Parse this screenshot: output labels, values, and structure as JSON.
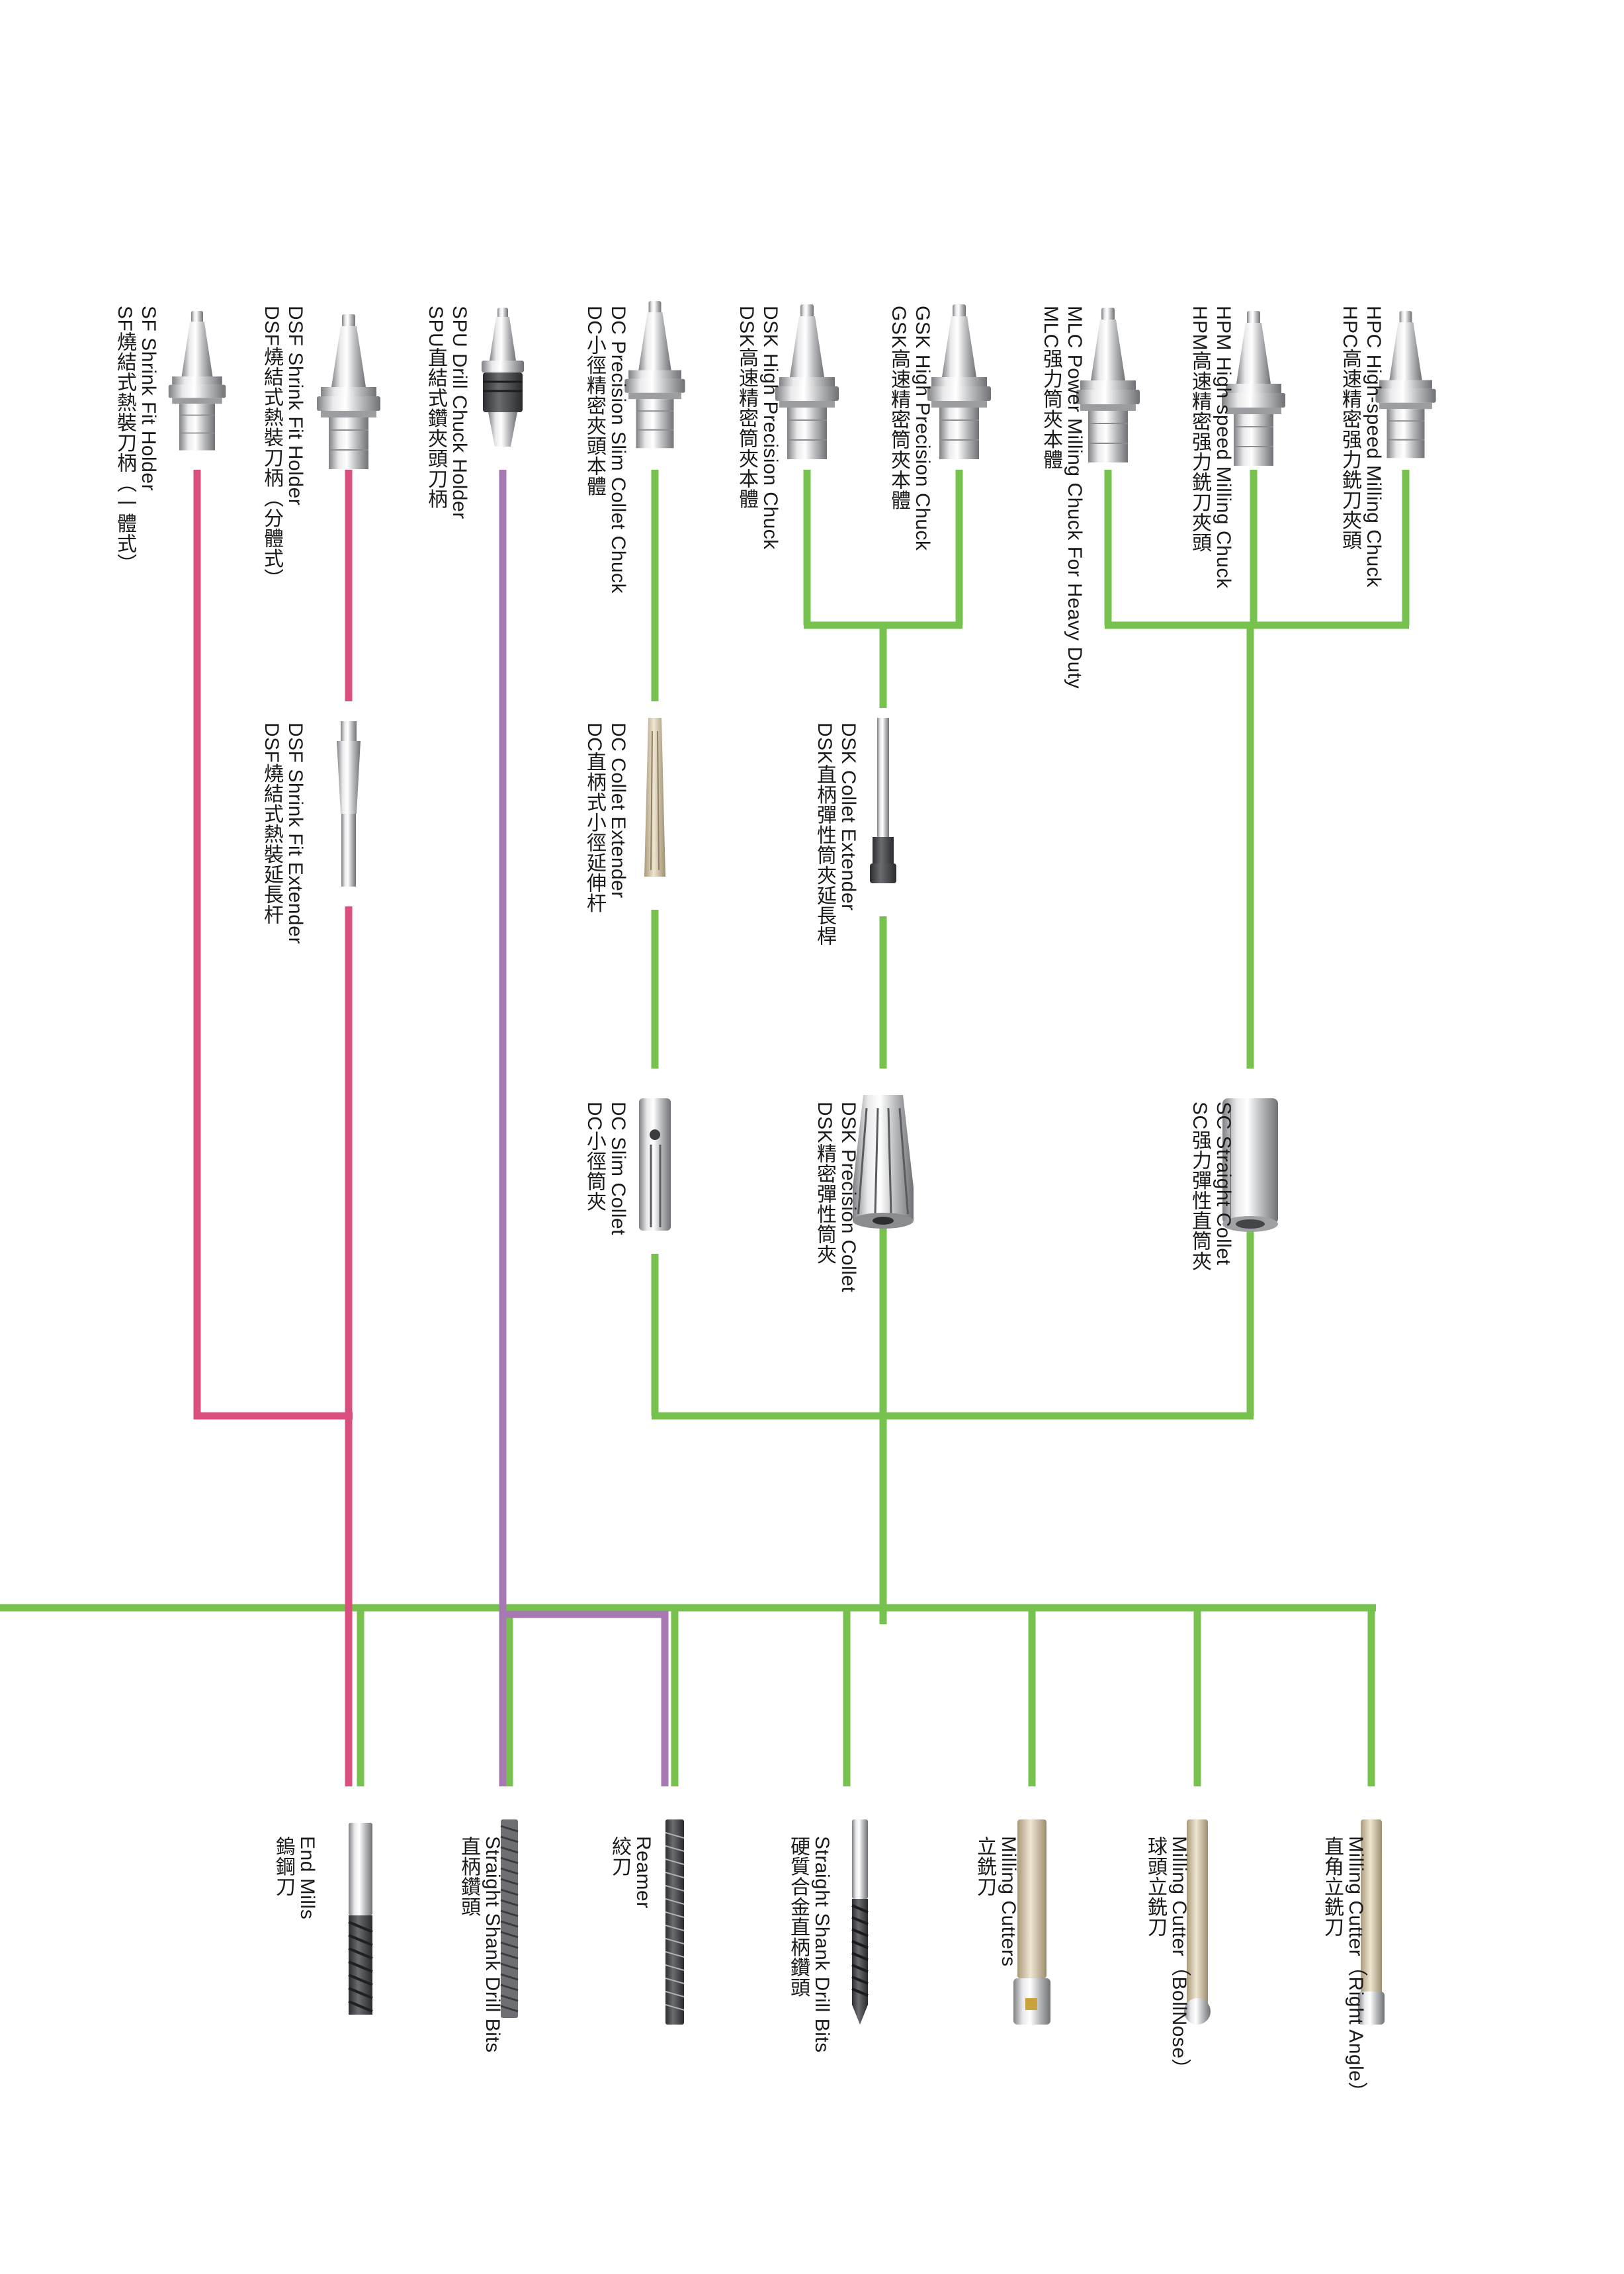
{
  "colors": {
    "green": "#77c24e",
    "pink": "#d94f7f",
    "purple": "#a679b3",
    "steel_light": "#e4e4e6",
    "steel_dark": "#8c8e92",
    "carbide": "#55585c"
  },
  "holders": [
    {
      "id": "hpc",
      "en": "HPC High-speed Milling Chuck",
      "zh": "HPC高速精密强力銑刀夾頭",
      "icon": "bt-holder-icon"
    },
    {
      "id": "hpm",
      "en": "HPM High speed Milling Chuck",
      "zh": "HPM高速精密强力銑刀夾頭",
      "icon": "bt-holder-icon"
    },
    {
      "id": "mlc",
      "en": "MLC Power Milling Chuck For Heavy Duty",
      "zh": "MLC强力筒夾本體",
      "icon": "bt-holder-icon"
    },
    {
      "id": "gsk",
      "en": "GSK High Precision Chuck",
      "zh": "GSK高速精密筒夾本體",
      "icon": "bt-holder-icon"
    },
    {
      "id": "dsk",
      "en": "DSK High Precision Chuck",
      "zh": "DSK高速精密筒夾本體",
      "icon": "bt-holder-icon"
    },
    {
      "id": "dc",
      "en": "DC Precision Slim Collet Chuck",
      "zh": "DC小徑精密夾頭本體",
      "icon": "bt-holder-icon"
    },
    {
      "id": "spu",
      "en": "SPU Drill Chuck Holder",
      "zh": "SPU直結式鑽夾頭刀柄",
      "icon": "drill-chuck-icon"
    },
    {
      "id": "dsf",
      "en": "DSF  Shrink Fit Holder",
      "zh": "DSF燒結式熱裝刀柄（分體式）",
      "icon": "bt-holder-icon"
    },
    {
      "id": "sf",
      "en": "SF  Shrink Fit Holder",
      "zh": "SF燒結式熱裝刀柄（一體式）",
      "icon": "bt-holder-icon"
    }
  ],
  "extenders": [
    {
      "id": "dsk-ext",
      "en": "DSK Collet Extender",
      "zh": "DSK直柄彈性筒夾延長桿",
      "icon": "collet-extender-icon"
    },
    {
      "id": "dc-ext",
      "en": "DC Collet Extender",
      "zh": "DC直柄式小徑延伸杆",
      "icon": "collet-extender-icon"
    },
    {
      "id": "dsf-ext",
      "en": "DSF Shrink Fit Extender",
      "zh": "DSF燒結式熱裝延長杆",
      "icon": "shrink-extender-icon"
    }
  ],
  "collets": [
    {
      "id": "sc",
      "en": "SC Straight Collet",
      "zh": "SC强力彈性直筒夾",
      "icon": "straight-collet-icon"
    },
    {
      "id": "dsk-col",
      "en": "DSK Precision Collet",
      "zh": "DSK精密彈性筒夾",
      "icon": "precision-collet-icon"
    },
    {
      "id": "dc-col",
      "en": "DC Slim Collet",
      "zh": "DC小徑筒夾",
      "icon": "slim-collet-icon"
    }
  ],
  "cutters": [
    {
      "id": "right-angle",
      "en": "Milling Cutter（Right Angle）",
      "zh": "直角立銑刀",
      "icon": "right-angle-cutter-icon"
    },
    {
      "id": "ball-nose",
      "en": "Milling Cutter（BollNose）",
      "zh": "球頭立銑刀",
      "icon": "ball-nose-cutter-icon"
    },
    {
      "id": "milling",
      "en": "Milling Cutters",
      "zh": "立銑刀",
      "icon": "indexable-cutter-icon"
    },
    {
      "id": "carbide-drill",
      "en": "Straight Shank Drill Bits",
      "zh": "硬質合金直柄鑽頭",
      "icon": "twist-drill-icon"
    },
    {
      "id": "reamer",
      "en": "Reamer",
      "zh": "絞刀",
      "icon": "reamer-icon"
    },
    {
      "id": "hss-drill",
      "en": "Straight Shank Drill Bits",
      "zh": "直柄鑽頭",
      "icon": "hss-drill-icon"
    },
    {
      "id": "end-mill",
      "en": "End Mills",
      "zh": "鎢鋼刀",
      "icon": "end-mill-icon"
    }
  ]
}
